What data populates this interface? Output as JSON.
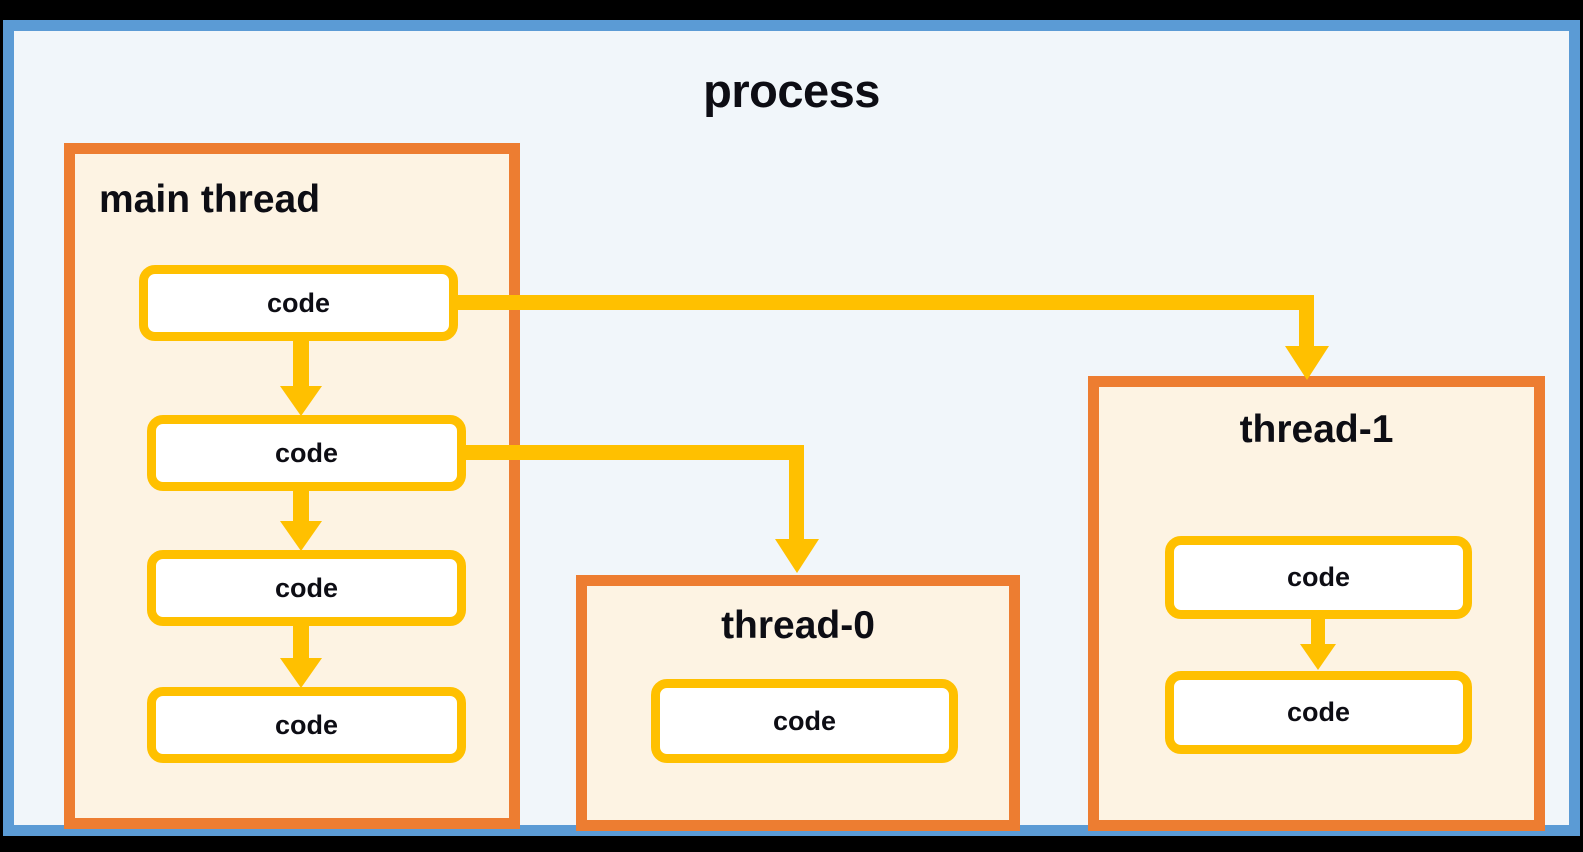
{
  "diagram": {
    "title": "process",
    "background_color": "#000000",
    "canvas_color": "#F1F6FA",
    "process_border_color": "#5B9BD5",
    "thread_border_color": "#ED7D31",
    "thread_fill_color": "#FDF3E3",
    "code_border_color": "#FFC000",
    "code_fill_color": "#FFFFFF",
    "arrow_color": "#FFC000"
  },
  "threads": [
    {
      "id": "main-thread",
      "label": "main thread",
      "code_blocks": [
        {
          "label": "code"
        },
        {
          "label": "code"
        },
        {
          "label": "code"
        },
        {
          "label": "code"
        }
      ]
    },
    {
      "id": "thread-0",
      "label": "thread-0",
      "code_blocks": [
        {
          "label": "code"
        }
      ]
    },
    {
      "id": "thread-1",
      "label": "thread-1",
      "code_blocks": [
        {
          "label": "code"
        },
        {
          "label": "code"
        }
      ]
    }
  ],
  "connections": [
    {
      "from": "main-thread.code.0",
      "to": "main-thread.code.1",
      "kind": "vertical-arrow"
    },
    {
      "from": "main-thread.code.1",
      "to": "main-thread.code.2",
      "kind": "vertical-arrow"
    },
    {
      "from": "main-thread.code.2",
      "to": "main-thread.code.3",
      "kind": "vertical-arrow"
    },
    {
      "from": "main-thread.code.0",
      "to": "thread-1",
      "kind": "elbow-arrow"
    },
    {
      "from": "main-thread.code.1",
      "to": "thread-0",
      "kind": "elbow-arrow"
    },
    {
      "from": "thread-1.code.0",
      "to": "thread-1.code.1",
      "kind": "vertical-arrow"
    }
  ]
}
